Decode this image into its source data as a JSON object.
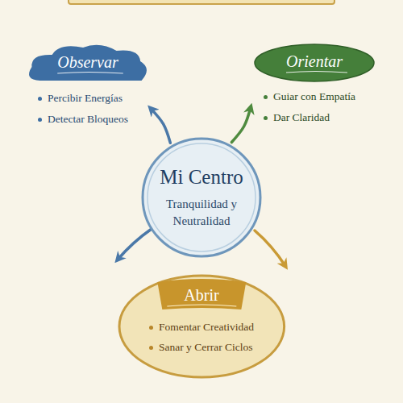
{
  "diagram": {
    "nodes": [
      {
        "text": [
          "Mi Centro",
          "Tranquilidad y Neutralidad"
        ]
      },
      {
        "text": [
          "Observar",
          "Percibir Energías",
          "Detectar Bloqueos"
        ]
      },
      {
        "text": [
          "Orientar",
          "Guiar con Empatía",
          "Dar Claridad"
        ]
      },
      {
        "text": [
          "Abrir",
          "Fomentar Creatividad",
          "Sanar y Cerrar Ciclos"
        ]
      }
    ],
    "edges": [
      {
        "from": 0,
        "to": 1,
        "arrow": "to"
      },
      {
        "from": 0,
        "to": 2,
        "arrow": "to"
      }
    ]
  }
}
